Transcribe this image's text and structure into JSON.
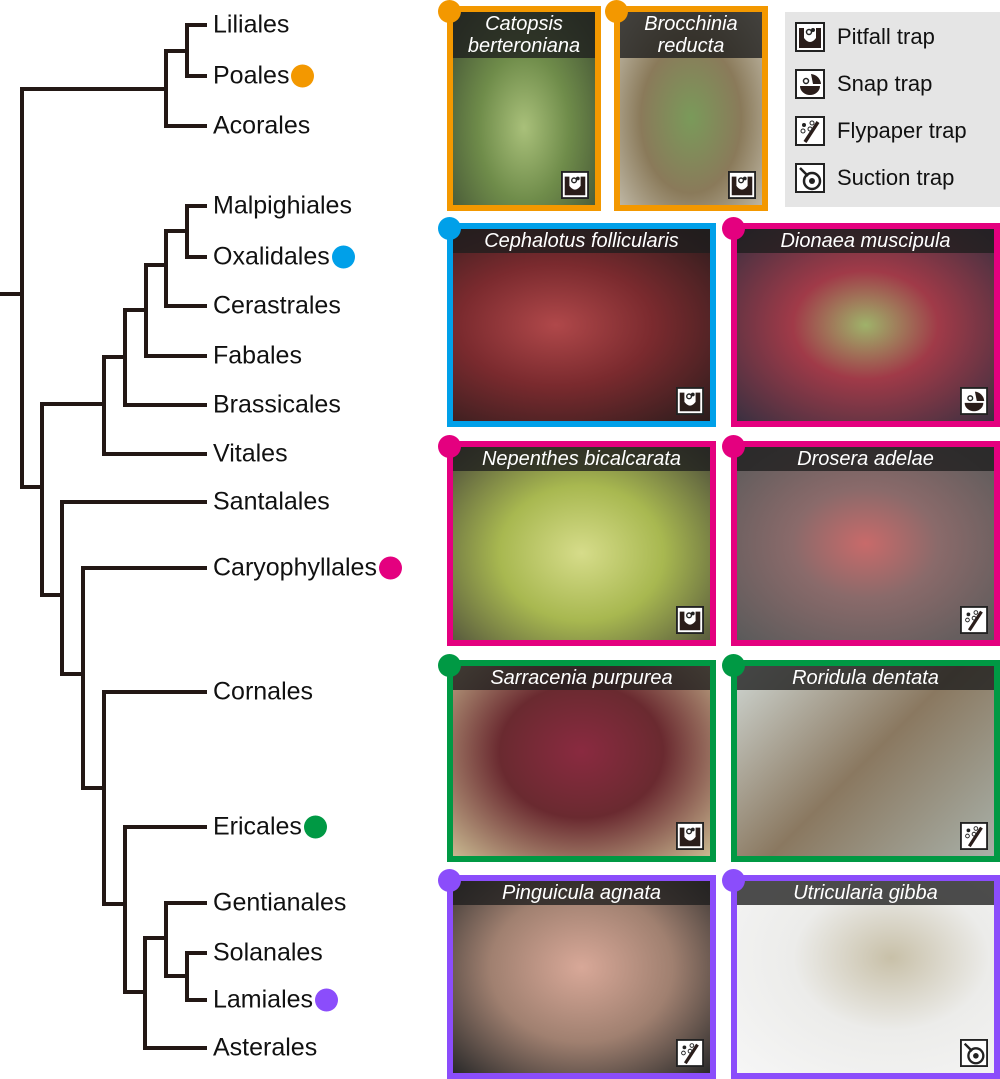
{
  "tree": {
    "leaves": [
      {
        "name": "Liliales"
      },
      {
        "name": "Poales",
        "color": "#f39800"
      },
      {
        "name": "Acorales"
      },
      {
        "name": "Malpighiales"
      },
      {
        "name": "Oxalidales",
        "color": "#00a0e9"
      },
      {
        "name": "Cerastrales"
      },
      {
        "name": "Fabales"
      },
      {
        "name": "Brassicales"
      },
      {
        "name": "Vitales"
      },
      {
        "name": "Santalales"
      },
      {
        "name": "Caryophyllales",
        "color": "#e4007f"
      },
      {
        "name": "Cornales"
      },
      {
        "name": "Ericales",
        "color": "#009944"
      },
      {
        "name": "Gentianales"
      },
      {
        "name": "Solanales"
      },
      {
        "name": "Lamiales",
        "color": "#8b4dfb"
      },
      {
        "name": "Asterales"
      }
    ]
  },
  "legend": [
    {
      "trap": "pitfall",
      "label": "Pitfall trap"
    },
    {
      "trap": "snap",
      "label": "Snap trap"
    },
    {
      "trap": "flypaper",
      "label": "Flypaper trap"
    },
    {
      "trap": "suction",
      "label": "Suction trap"
    }
  ],
  "panels": [
    {
      "species": "Catopsis berteroniana",
      "trap": "pitfall",
      "color": "#f39800"
    },
    {
      "species": "Brocchinia reducta",
      "trap": "pitfall",
      "color": "#f39800"
    },
    {
      "species": "Cephalotus follicularis",
      "trap": "pitfall",
      "color": "#00a0e9"
    },
    {
      "species": "Dionaea muscipula",
      "trap": "snap",
      "color": "#e4007f"
    },
    {
      "species": "Nepenthes bicalcarata",
      "trap": "pitfall",
      "color": "#e4007f"
    },
    {
      "species": "Drosera adelae",
      "trap": "flypaper",
      "color": "#e4007f"
    },
    {
      "species": "Sarracenia purpurea",
      "trap": "pitfall",
      "color": "#009944"
    },
    {
      "species": "Roridula dentata",
      "trap": "flypaper",
      "color": "#009944"
    },
    {
      "species": "Pinguicula agnata",
      "trap": "flypaper",
      "color": "#8b4dfb"
    },
    {
      "species": "Utricularia gibba",
      "trap": "suction",
      "color": "#8b4dfb"
    }
  ]
}
